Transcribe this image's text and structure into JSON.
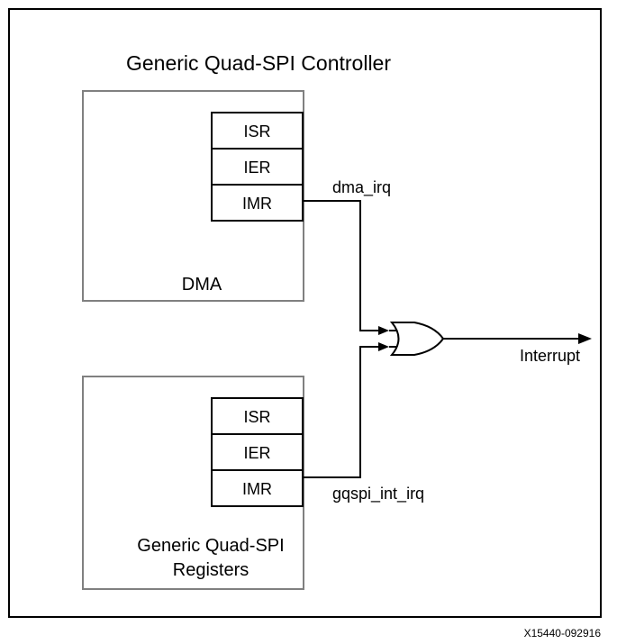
{
  "controller": {
    "title": "Generic Quad-SPI Controller"
  },
  "dma_block": {
    "label": "DMA",
    "registers": [
      "ISR",
      "IER",
      "IMR"
    ],
    "signal": "dma_irq"
  },
  "gqspi_block": {
    "label_line1": "Generic Quad-SPI",
    "label_line2": "Registers",
    "registers": [
      "ISR",
      "IER",
      "IMR"
    ],
    "signal": "gqspi_int_irq"
  },
  "output": {
    "label": "Interrupt"
  },
  "figure_id": "X15440-092916",
  "colors": {
    "outer_border": "#000000",
    "block_border": "#808080",
    "register_border": "#000000",
    "wire": "#000000"
  }
}
